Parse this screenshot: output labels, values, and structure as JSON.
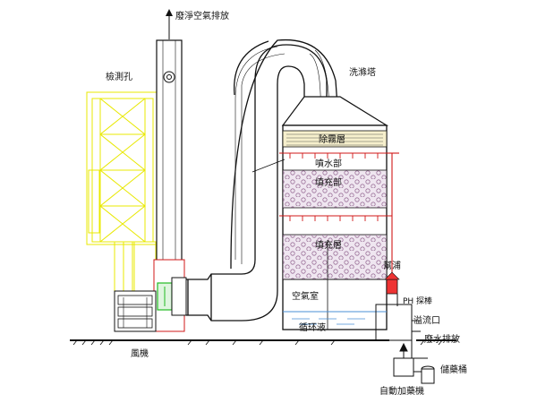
{
  "diagram": {
    "labels": {
      "exhaust": "廢淨空氣排放",
      "test_port": "檢測孔",
      "scrubber": "洗滌塔",
      "demister": "除霧層",
      "spray_upper": "噴水部",
      "packing_upper": "填充部",
      "packing_lower": "填充層",
      "air_chamber": "空氣室",
      "circulating_liquid": "循环液",
      "pump": "幫浦",
      "ph_probe": "PH 探棒",
      "overflow": "溢流口",
      "drain": "廢水排放",
      "fan": "風機",
      "storage_tank": "儲藥桶",
      "auto_dosing": "自動加藥機"
    },
    "colors": {
      "line": "#111111",
      "frame": "#e8e800",
      "spray_pipe": "#d01818",
      "fan_green": "#22bb22",
      "demister_fill": "#f6efcc",
      "packing_fill": "#efe6f0",
      "liquid": "#4a8fd6"
    }
  }
}
